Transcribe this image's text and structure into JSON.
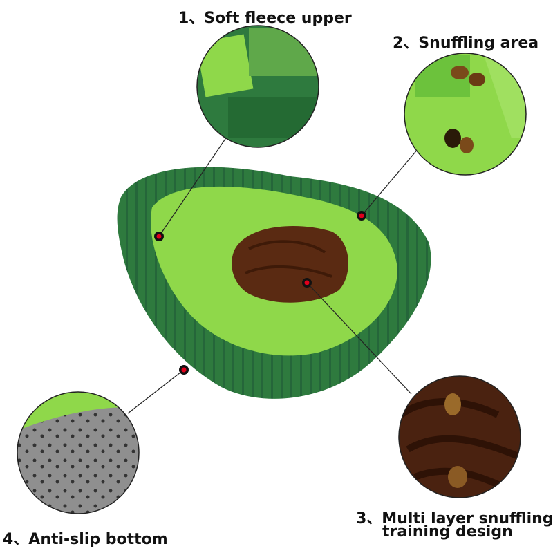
{
  "callouts": [
    {
      "label": "1、Soft fleece upper"
    },
    {
      "label": "2、Snuffling area"
    },
    {
      "label": "3、Multi layer snuffling",
      "label_line2": "training design"
    },
    {
      "label": "4、Anti-slip bottom"
    }
  ],
  "colors": {
    "dark_green": "#2e7a3e",
    "light_green": "#8fd84a",
    "brown": "#5a2a12",
    "gray_bottom": "#8a8a8a",
    "marker": "#e0001b"
  }
}
